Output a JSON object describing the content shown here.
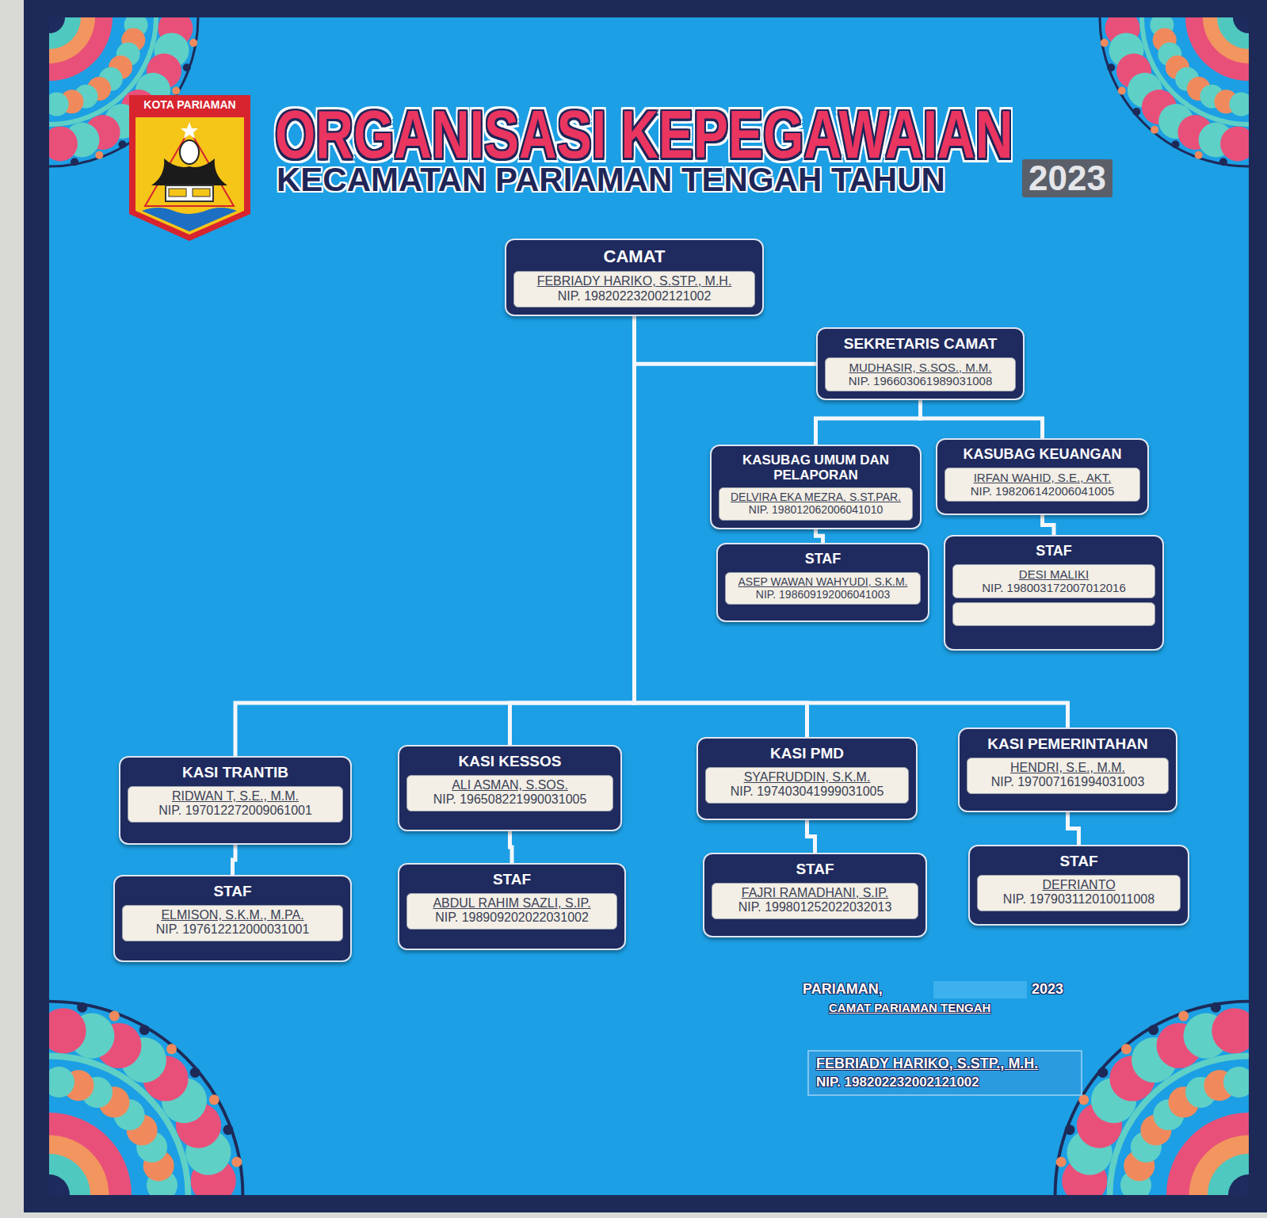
{
  "diagram": {
    "title": "ORGANISASI KEPEGAWAIAN",
    "nodes": [
      {
        "text": [
          "CAMAT",
          "FEBRIADY HARIKO, S.STP., M.H.",
          "NIP. 198202232002121002"
        ]
      },
      {
        "text": [
          "SEKRETARIS CAMAT",
          "MUDHASIR, S.SOS., M.M.",
          "NIP. 196603061989031008"
        ]
      },
      {
        "text": [
          "KASUBAG UMUM DAN PELAPORAN",
          "DELVIRA EKA MEZRA, S.ST.PAR.",
          "NIP. 198012062006041010"
        ]
      },
      {
        "text": [
          "KASUBAG KEUANGAN",
          "IRFAN WAHID, S.E., AKT.",
          "NIP. 198206142006041005"
        ]
      },
      {
        "text": [
          "STAF",
          "ASEP WAWAN WAHYUDI, S.K.M.",
          "NIP. 198609192006041003"
        ]
      },
      {
        "text": [
          "STAF",
          "DESI MALIKI",
          "NIP. 198003172007012016"
        ]
      },
      {
        "text": [
          "KASI TRANTIB",
          "RIDWAN T, S.E., M.M.",
          "NIP. 197012272009061001"
        ]
      },
      {
        "text": [
          "KASI KESSOS",
          "ALI ASMAN, S.SOS.",
          "NIP. 196508221990031005"
        ]
      },
      {
        "text": [
          "KASI PMD",
          "SYAFRUDDIN, S.K.M.",
          "NIP. 197403041999031005"
        ]
      },
      {
        "text": [
          "KASI PEMERINTAHAN",
          "HENDRI, S.E., M.M.",
          "NIP. 197007161994031003"
        ]
      },
      {
        "text": [
          "STAF",
          "ELMISON, S.K.M., M.PA.",
          "NIP. 197612212000031001"
        ]
      },
      {
        "text": [
          "STAF",
          "ABDUL RAHIM SAZLI, S.IP.",
          "NIP. 198909202022031002"
        ]
      },
      {
        "text": [
          "STAF",
          "FAJRI RAMADHANI, S.IP.",
          "NIP. 199801252022032013"
        ]
      },
      {
        "text": [
          "STAF",
          "DEFRIANTO",
          "NIP. 197903112010011008"
        ]
      }
    ],
    "edges": [
      {
        "from": 0,
        "to": 1,
        "arrow": "none"
      },
      {
        "from": 0,
        "to": 6,
        "arrow": "none"
      },
      {
        "from": 0,
        "to": 7,
        "arrow": "none"
      },
      {
        "from": 0,
        "to": 8,
        "arrow": "none"
      },
      {
        "from": 0,
        "to": 9,
        "arrow": "none"
      },
      {
        "from": 1,
        "to": 2,
        "arrow": "none"
      },
      {
        "from": 1,
        "to": 3,
        "arrow": "none"
      },
      {
        "from": 2,
        "to": 4,
        "arrow": "none"
      },
      {
        "from": 3,
        "to": 5,
        "arrow": "none"
      },
      {
        "from": 6,
        "to": 10,
        "arrow": "none"
      },
      {
        "from": 7,
        "to": 11,
        "arrow": "none"
      },
      {
        "from": 8,
        "to": 12,
        "arrow": "none"
      },
      {
        "from": 9,
        "to": 13,
        "arrow": "none"
      }
    ],
    "labels": [
      "KOTA PARIAMAN",
      "KECAMATAN PARIAMAN TENGAH TAHUN",
      "2023",
      "PARIAMAN,",
      "2023",
      "CAMAT PARIAMAN TENGAH",
      "FEBRIADY HARIKO, S.STP., M.H.",
      "NIP. 198202232002121002"
    ]
  }
}
